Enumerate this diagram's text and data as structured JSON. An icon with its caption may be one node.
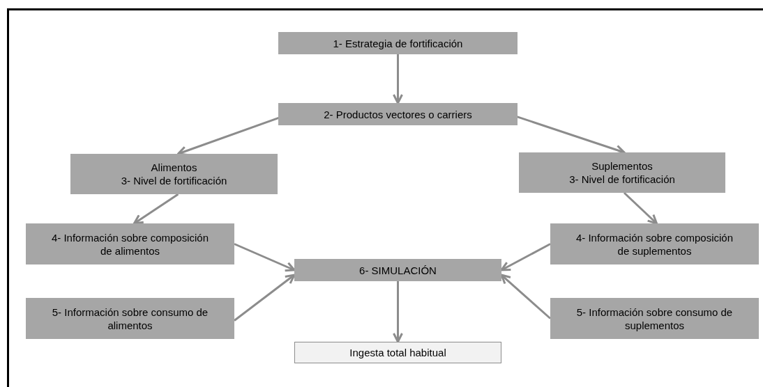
{
  "diagram": {
    "nodes": [
      {
        "text": [
          "1- Estrategia de fortificación"
        ]
      },
      {
        "text": [
          "2- Productos vectores o carriers"
        ]
      },
      {
        "text": [
          "Alimentos",
          "3- Nivel de fortificación"
        ]
      },
      {
        "text": [
          "Suplementos",
          "3- Nivel de fortificación"
        ]
      },
      {
        "text": [
          "4- Información sobre composición de alimentos"
        ]
      },
      {
        "text": [
          "4- Información sobre composición de suplementos"
        ]
      },
      {
        "text": [
          "6- SIMULACIÓN"
        ]
      },
      {
        "text": [
          "5- Información sobre consumo de alimentos"
        ]
      },
      {
        "text": [
          "5- Información sobre consumo de suplementos"
        ]
      },
      {
        "text": [
          "Ingesta total habitual"
        ]
      }
    ],
    "edges": [
      {
        "from": 0,
        "to": 1,
        "arrow": "to"
      },
      {
        "from": 1,
        "to": 2,
        "arrow": "to"
      },
      {
        "from": 1,
        "to": 3,
        "arrow": "to"
      },
      {
        "from": 2,
        "to": 4,
        "arrow": "to"
      },
      {
        "from": 3,
        "to": 5,
        "arrow": "to"
      },
      {
        "from": 4,
        "to": 6,
        "arrow": "to"
      },
      {
        "from": 7,
        "to": 6,
        "arrow": "to"
      },
      {
        "from": 5,
        "to": 6,
        "arrow": "to"
      },
      {
        "from": 8,
        "to": 6,
        "arrow": "to"
      },
      {
        "from": 6,
        "to": 9,
        "arrow": "to"
      }
    ]
  }
}
